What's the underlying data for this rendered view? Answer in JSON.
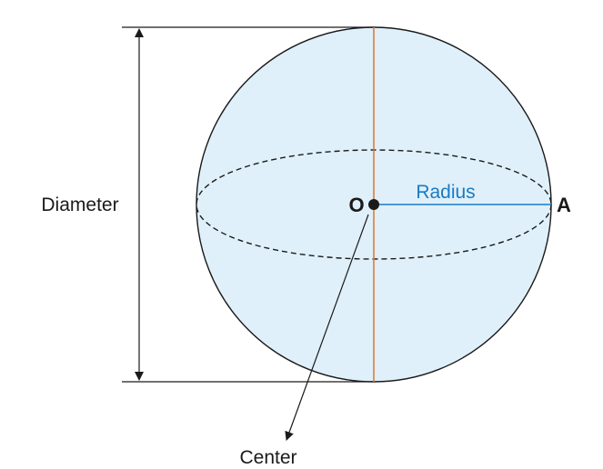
{
  "labels": {
    "diameter": "Diameter",
    "radius": "Radius",
    "center": "Center",
    "point_o": "O",
    "point_a": "A"
  },
  "colors": {
    "sphere_fill": "#dff0fa",
    "outline": "#1a1a1a",
    "diameter_line": "#e07a3a",
    "radius_line": "#1a7ac4",
    "radius_text": "#1a7ac4",
    "text": "#1a1a1a"
  }
}
